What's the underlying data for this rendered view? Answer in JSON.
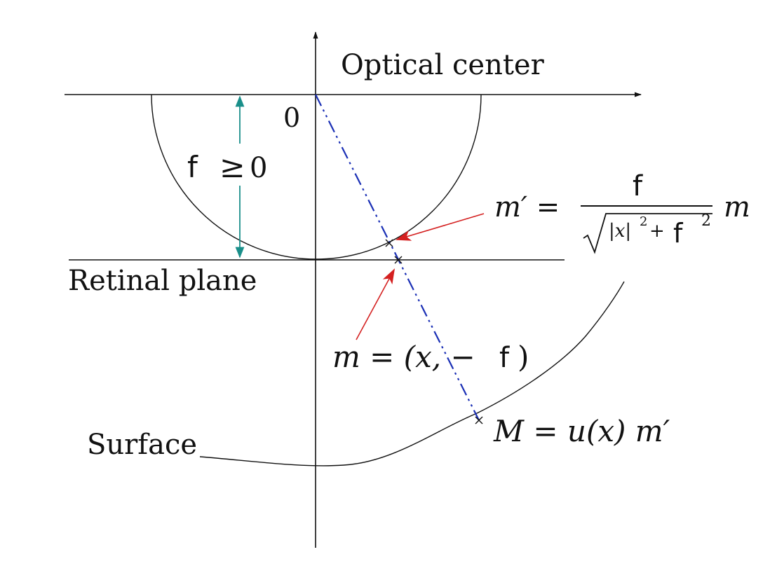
{
  "labels": {
    "optical_center": "Optical center",
    "origin": "0",
    "retinal_plane": "Retinal plane",
    "surface": "Surface"
  },
  "focal": {
    "f_symbol": "f",
    "geq": "≥",
    "zero": "0"
  },
  "eq_m_prime": {
    "lhs": "m′ =",
    "numerator": "f",
    "den_abs_x": "|x|",
    "den_sq": "2",
    "den_plus": "+",
    "den_f": "f",
    "den_f_sq": "2",
    "rhs": "m"
  },
  "eq_m": {
    "left": "m = (x, −",
    "f": "f",
    "close": ")"
  },
  "eq_M": {
    "text": "M = u(x) m′"
  },
  "colors": {
    "axis": "#111111",
    "dimension_arrow": "#1a8f8a",
    "ray": "#1a2fb5",
    "pointer_arrow": "#d42020"
  }
}
